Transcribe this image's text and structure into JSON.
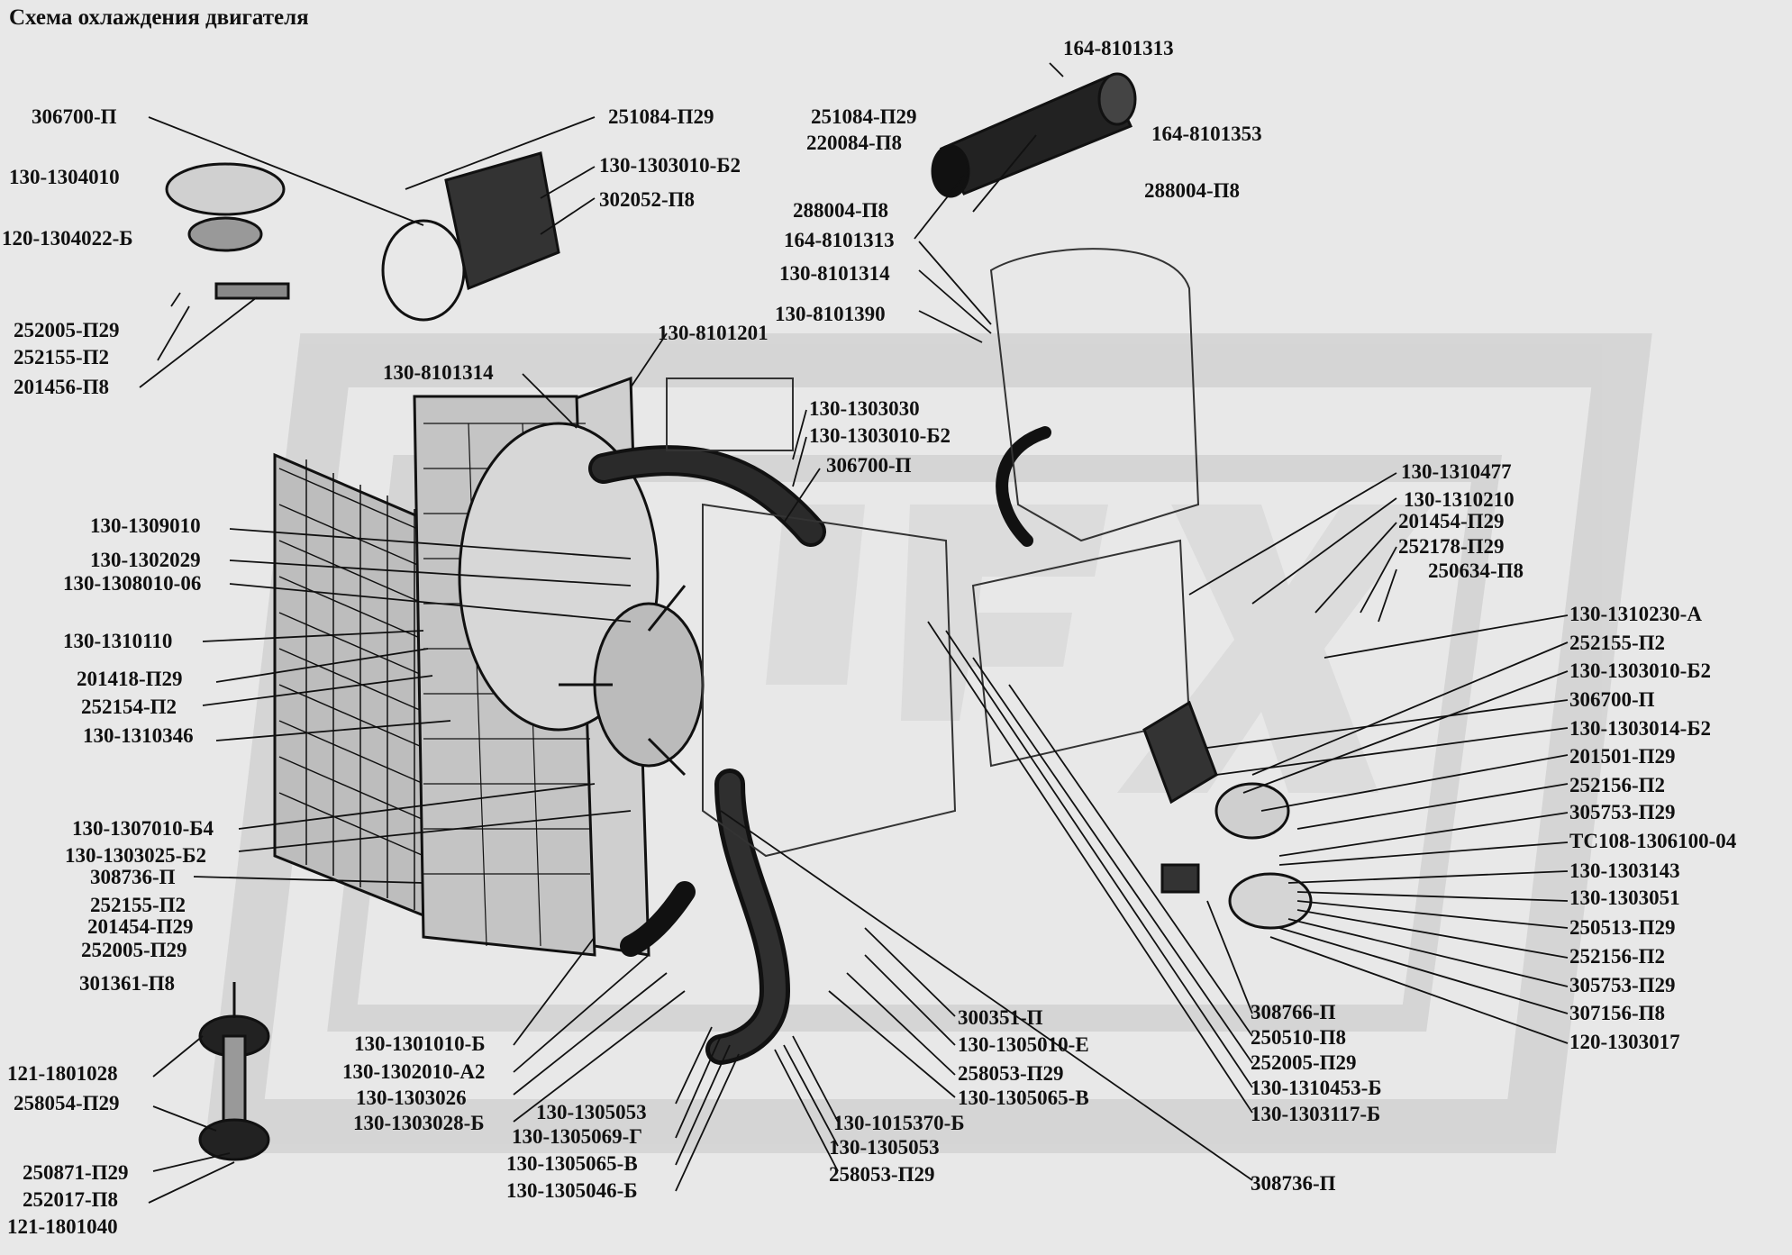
{
  "title": "Схема охлаждения двигателя",
  "labels": [
    "306700-П",
    "130-1304010",
    "120-1304022-Б",
    "252005-П29",
    "252155-П2",
    "201456-П8",
    "251084-П29",
    "130-1303010-Б2",
    "302052-П8",
    "164-8101313",
    "251084-П29",
    "220084-П8",
    "164-8101353",
    "288004-П8",
    "288004-П8",
    "164-8101313",
    "130-8101314",
    "130-8101390",
    "130-8101201",
    "130-8101314",
    "130-1303030",
    "130-1303010-Б2",
    "306700-П",
    "130-1309010",
    "130-1302029",
    "130-1308010-06",
    "130-1310110",
    "201418-П29",
    "252154-П2",
    "130-1310346",
    "130-1310477",
    "130-1310210",
    "201454-П29",
    "252178-П29",
    "250634-П8",
    "130-1310230-А",
    "252155-П2",
    "130-1303010-Б2",
    "306700-П",
    "130-1303014-Б2",
    "201501-П29",
    "252156-П2",
    "305753-П29",
    "ТС108-1306100-04",
    "130-1303143",
    "130-1303051",
    "250513-П29",
    "252156-П2",
    "305753-П29",
    "307156-П8",
    "120-1303017",
    "130-1307010-Б4",
    "130-1303025-Б2",
    "308736-П",
    "252155-П2",
    "201454-П29",
    "252005-П29",
    "301361-П8",
    "121-1801028",
    "258054-П29",
    "250871-П29",
    "252017-П8",
    "121-1801040",
    "130-1301010-Б",
    "130-1302010-А2",
    "130-1303026",
    "130-1303028-Б",
    "130-1305053",
    "130-1305069-Г",
    "130-1305065-В",
    "130-1305046-Б",
    "130-1015370-Б",
    "130-1305053",
    "258053-П29",
    "300351-П",
    "130-1305010-Е",
    "258053-П29",
    "130-1305065-В",
    "308766-П",
    "250510-П8",
    "252005-П29",
    "130-1310453-Б",
    "130-1303117-Б",
    "308736-П"
  ]
}
